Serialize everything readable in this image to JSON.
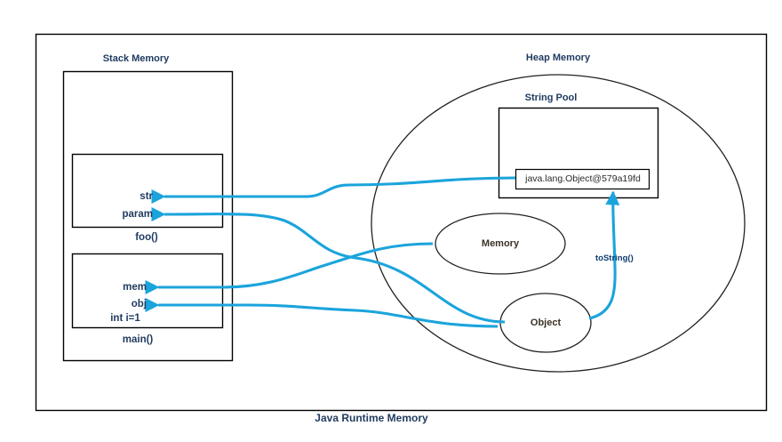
{
  "diagram": {
    "caption": "Java Runtime Memory",
    "colors": {
      "arrow": "#1BA4DC",
      "stroke": "#000000",
      "label_navy": "#1F3A5F",
      "oval_label": "#3a3226",
      "background": "#FFFFFF"
    }
  },
  "stack": {
    "title": "Stack Memory",
    "frames": [
      {
        "name": "foo()",
        "variables": [
          "str",
          "param"
        ]
      },
      {
        "name": "main()",
        "variables": [
          "mem",
          "obj",
          "int i=1"
        ]
      }
    ]
  },
  "heap": {
    "title": "Heap Memory",
    "string_pool": {
      "title": "String Pool",
      "literals": [
        "java.lang.Object@579a19fd"
      ]
    },
    "objects": [
      {
        "label": "Memory"
      },
      {
        "label": "Object"
      }
    ],
    "method_label": "toString()"
  },
  "arrows": [
    {
      "name": "str-to-string-literal",
      "from": "str",
      "to": "java.lang.Object@579a19fd"
    },
    {
      "name": "param-to-object",
      "from": "param",
      "to": "Object"
    },
    {
      "name": "mem-to-memory",
      "from": "mem",
      "to": "Memory"
    },
    {
      "name": "obj-to-object",
      "from": "obj",
      "to": "Object"
    },
    {
      "name": "object-tostring-to-literal",
      "from": "Object",
      "to": "java.lang.Object@579a19fd",
      "label": "toString()"
    }
  ]
}
